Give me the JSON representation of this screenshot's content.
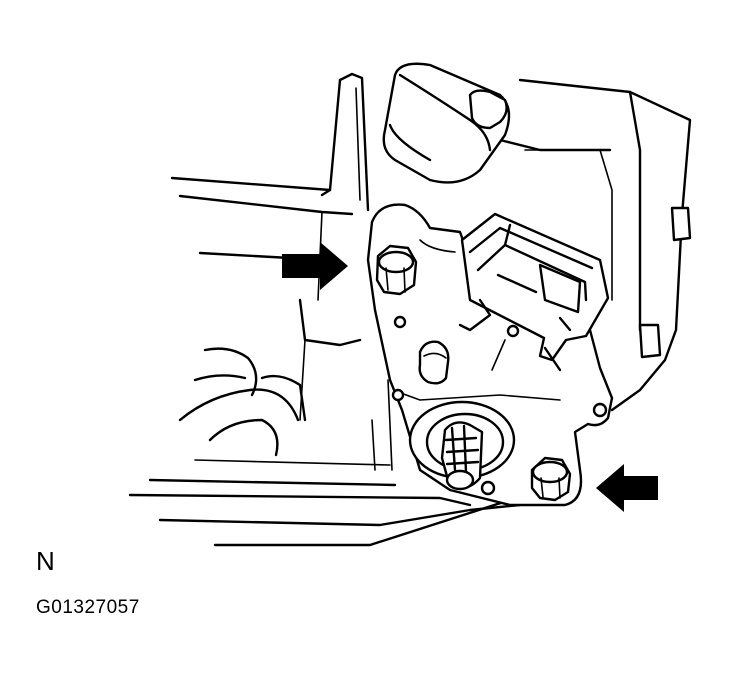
{
  "diagram": {
    "view_label": "N",
    "figure_id": "G01327057",
    "callouts": [
      {
        "name": "upper-bolt-arrow",
        "direction": "right"
      },
      {
        "name": "lower-bolt-arrow",
        "direction": "left"
      }
    ]
  }
}
